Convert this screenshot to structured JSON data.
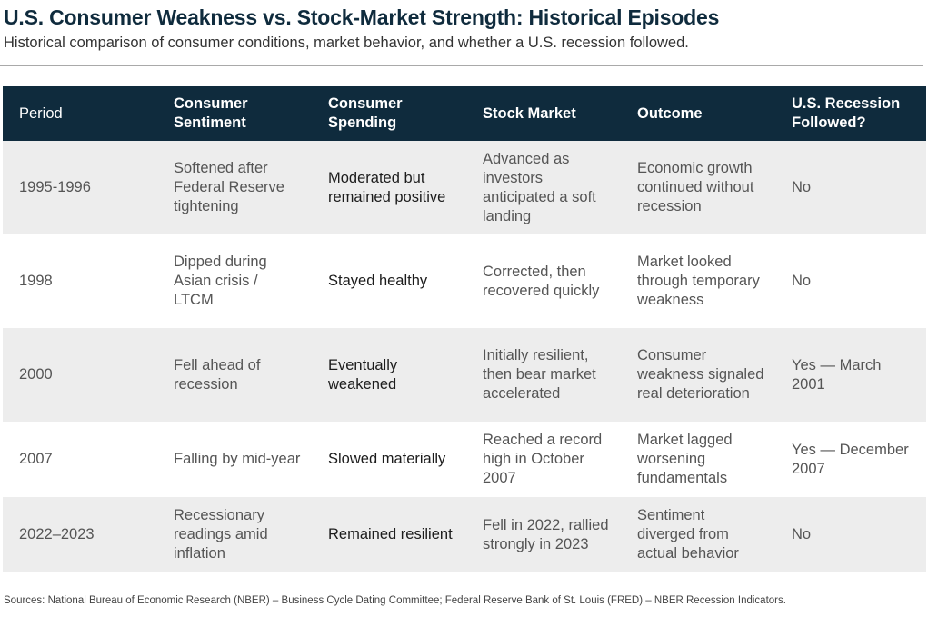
{
  "title": "U.S. Consumer Weakness vs. Stock-Market Strength: Historical Episodes",
  "subtitle": "Historical comparison of consumer conditions, market behavior, and whether a U.S. recession followed.",
  "table": {
    "headers": [
      "Period",
      "Consumer Sentiment",
      "Consumer Spending",
      "Stock Market",
      "Outcome",
      "U.S. Recession Followed?"
    ],
    "rows": [
      [
        "1995-1996",
        "Softened after Federal Reserve tightening",
        "Moderated but remained positive",
        "Advanced as investors anticipated a soft landing",
        "Economic growth continued without recession",
        "No"
      ],
      [
        "1998",
        "Dipped during Asian crisis / LTCM",
        "Stayed healthy",
        "Corrected, then recovered quickly",
        "Market looked through temporary weakness",
        "No"
      ],
      [
        "2000",
        "Fell ahead of recession",
        "Eventually weakened",
        "Initially resilient, then bear market accelerated",
        "Consumer weakness signaled real deterioration",
        "Yes — March 2001"
      ],
      [
        "2007",
        "Falling by mid-year",
        "Slowed materially",
        "Reached a record high in October 2007",
        "Market lagged worsening fundamentals",
        "Yes — December 2007"
      ],
      [
        "2022–2023",
        "Recessionary readings amid inflation",
        "Remained resilient",
        "Fell in 2022, rallied strongly in 2023",
        "Sentiment diverged from actual behavior",
        "No"
      ]
    ]
  },
  "sources": "Sources: National Bureau of Economic Research (NBER) – Business Cycle Dating Committee; Federal Reserve Bank of St. Louis (FRED) – NBER Recession Indicators.",
  "colors": {
    "header_bg": "#0f2b3d",
    "stripe_bg": "#ededed",
    "title_color": "#0f2b3d"
  }
}
